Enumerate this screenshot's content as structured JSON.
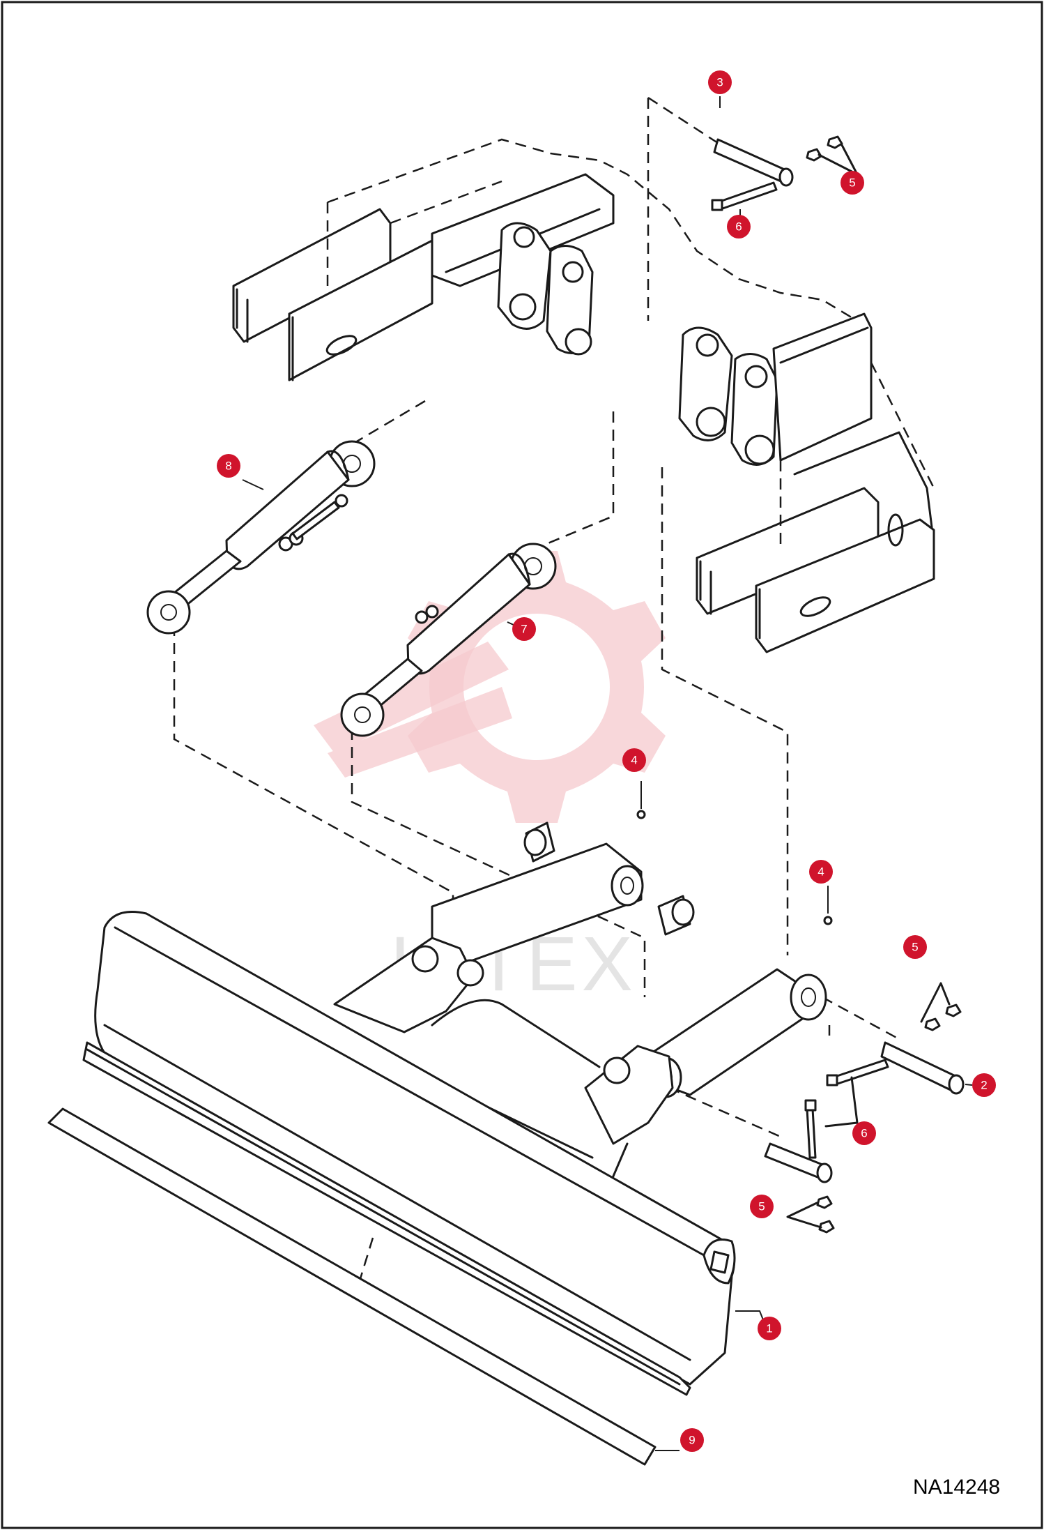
{
  "diagram": {
    "reference_code": "NA14248",
    "watermark_text": "HITEX",
    "callouts": [
      {
        "id": "c3a",
        "label": "3"
      },
      {
        "id": "c5a",
        "label": "5"
      },
      {
        "id": "c6a",
        "label": "6"
      },
      {
        "id": "c8",
        "label": "8"
      },
      {
        "id": "c7",
        "label": "7"
      },
      {
        "id": "c4a",
        "label": "4"
      },
      {
        "id": "c4b",
        "label": "4"
      },
      {
        "id": "c5b",
        "label": "5"
      },
      {
        "id": "c2",
        "label": "2"
      },
      {
        "id": "c6b",
        "label": "6"
      },
      {
        "id": "c5c",
        "label": "5"
      },
      {
        "id": "c1",
        "label": "1"
      },
      {
        "id": "c9",
        "label": "9"
      }
    ],
    "colors": {
      "callout": "#d0142c",
      "line": "#1a1a1a",
      "watermark": "#f6c9cd"
    }
  }
}
